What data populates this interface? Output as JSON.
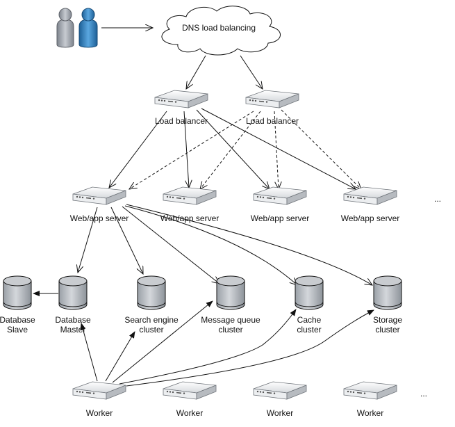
{
  "cloud": {
    "label": "DNS load balancing"
  },
  "load_balancers": [
    "Load balancer",
    "Load balancer"
  ],
  "web_servers": [
    "Web/app server",
    "Web/app server",
    "Web/app server",
    "Web/app server"
  ],
  "web_servers_more": "...",
  "databases": [
    {
      "line1": "Database",
      "line2": "Slave"
    },
    {
      "line1": "Database",
      "line2": "Master"
    },
    {
      "line1": "Search engine",
      "line2": "cluster"
    },
    {
      "line1": "Message queue",
      "line2": "cluster"
    },
    {
      "line1": "Cache",
      "line2": "cluster"
    },
    {
      "line1": "Storage",
      "line2": "cluster"
    }
  ],
  "workers": [
    "Worker",
    "Worker",
    "Worker",
    "Worker"
  ],
  "workers_more": "...",
  "colors": {
    "user_gray": "#9a9fa8",
    "user_blue": "#2f7fc1",
    "server_body": "#eceef0",
    "cylinder": "#c4c8cd",
    "stroke": "#111111"
  }
}
